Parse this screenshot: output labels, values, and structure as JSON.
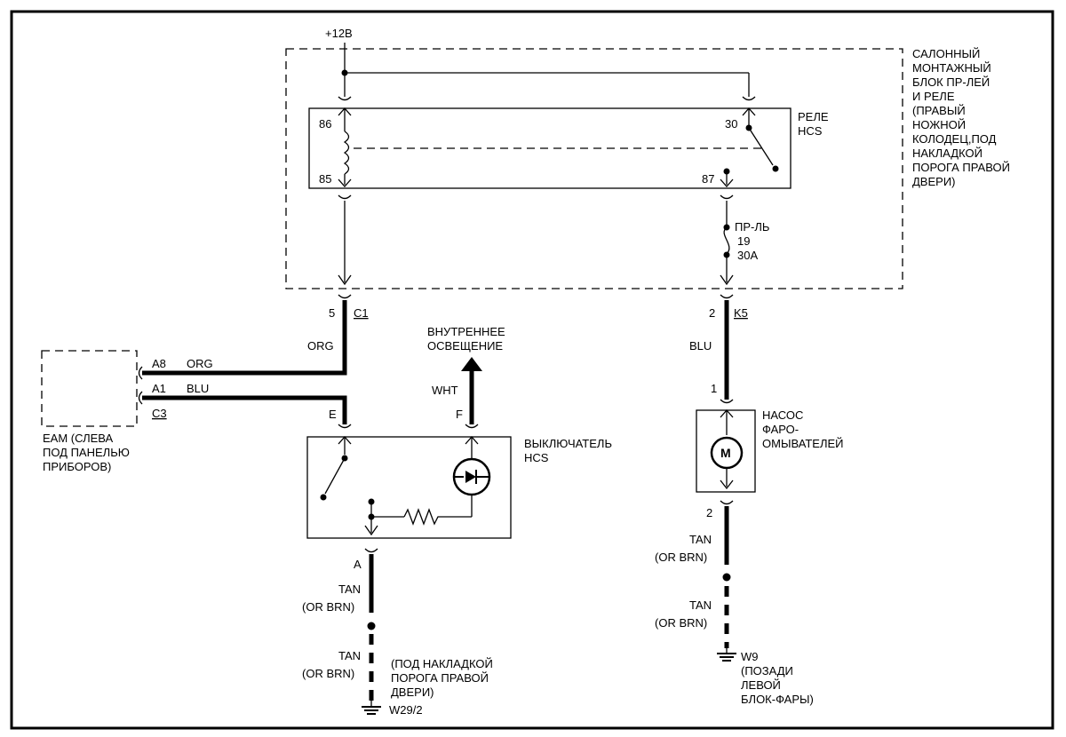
{
  "power": {
    "label": "+12В"
  },
  "fuse_box": {
    "lines": [
      "САЛОННЫЙ",
      "МОНТАЖНЫЙ",
      "БЛОК ПР-ЛЕЙ",
      "И  РЕЛЕ",
      "(ПРАВЫЙ",
      "НОЖНОЙ",
      "КОЛОДЕЦ,ПОД",
      "НАКЛАДКОЙ",
      "ПОРОГА ПРАВОЙ",
      "ДВЕРИ)"
    ]
  },
  "relay": {
    "lines": [
      "РЕЛЕ",
      "HCS"
    ],
    "pins": {
      "p86": "86",
      "p85": "85",
      "p30": "30",
      "p87": "87"
    }
  },
  "fuse": {
    "lines": [
      "ПР-ЛЬ",
      "19",
      "30А"
    ]
  },
  "connectors": {
    "c1_pin": "5",
    "c1_name": "C1",
    "k5_pin": "2",
    "k5_name": "K5"
  },
  "wires": {
    "org": "ORG",
    "blu": "BLU",
    "wht": "WHT",
    "tan": "TAN",
    "or_brn": "(OR BRN)"
  },
  "eam": {
    "pin_a8": "A8",
    "pin_a1": "A1",
    "connector": "C3",
    "wire_a8": "ORG",
    "wire_a1": "BLU",
    "lines": [
      "EAM (СЛЕВА",
      "ПОД ПАНЕЛЬЮ",
      "ПРИБОРОВ)"
    ]
  },
  "interior_light": {
    "lines": [
      "ВНУТРЕННЕЕ",
      "ОСВЕЩЕНИЕ"
    ]
  },
  "switch": {
    "pin_e": "E",
    "pin_f": "F",
    "pin_a": "A",
    "lines": [
      "ВЫКЛЮЧАТЕЛЬ",
      "HCS"
    ]
  },
  "pump": {
    "pin1": "1",
    "pin2": "2",
    "motor_letter": "M",
    "lines": [
      "НАСОС",
      "ФАРО-",
      "ОМЫВАТЕЛЕЙ"
    ]
  },
  "ground_left": {
    "name": "W29/2",
    "lines": [
      "(ПОД НАКЛАДКОЙ",
      "ПОРОГА ПРАВОЙ",
      "ДВЕРИ)"
    ]
  },
  "ground_right": {
    "name": "W9",
    "lines": [
      "(ПОЗАДИ",
      "ЛЕВОЙ",
      "БЛОК-ФАРЫ)"
    ]
  }
}
